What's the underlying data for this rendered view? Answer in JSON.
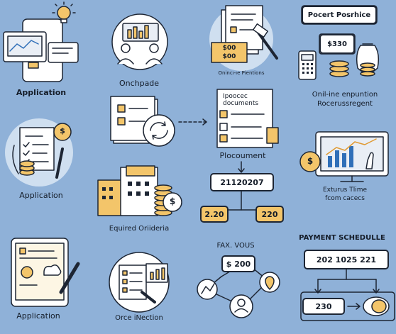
{
  "colors": {
    "background": "#8fb1d8",
    "accent": "#f3c56a",
    "outline": "#1d2533",
    "paper": "#ffffff"
  },
  "labels": {
    "app1": "Application",
    "onchpade": "Onchpade",
    "oninc_pentions": "Onincı-ıe Pientions",
    "oneline_enpuntion": "Onil-ine enpuntion",
    "rocerussregent": "Rocerussregent",
    "app2": "Application",
    "ipoocec_documents": "Ipoocec\ndocuments",
    "plocoument": "Plocoument",
    "exturus": "Exturus Tlime",
    "fcom_cacecs": "fcom cacecs",
    "equired": "Equired Oriideria",
    "app3": "Application",
    "orce": "Orce iNection",
    "fax_vous": "FAX. VOUS",
    "payment_schedule": "PAYMENT SCHEDULLE"
  },
  "boxes": {
    "pocert": "Pocert Posrhice",
    "s330": "$330",
    "num1": "21120207",
    "left220": "2.20",
    "right220": "220",
    "s200": "$ 200",
    "num2": "202 1025 221",
    "num230": "230"
  },
  "icons": {
    "s_coin_small": "$",
    "s_dollar_circle": "$",
    "s_coin_orange": "$",
    "s_green": "$",
    "soo": "$00",
    "soo2": "$00"
  }
}
